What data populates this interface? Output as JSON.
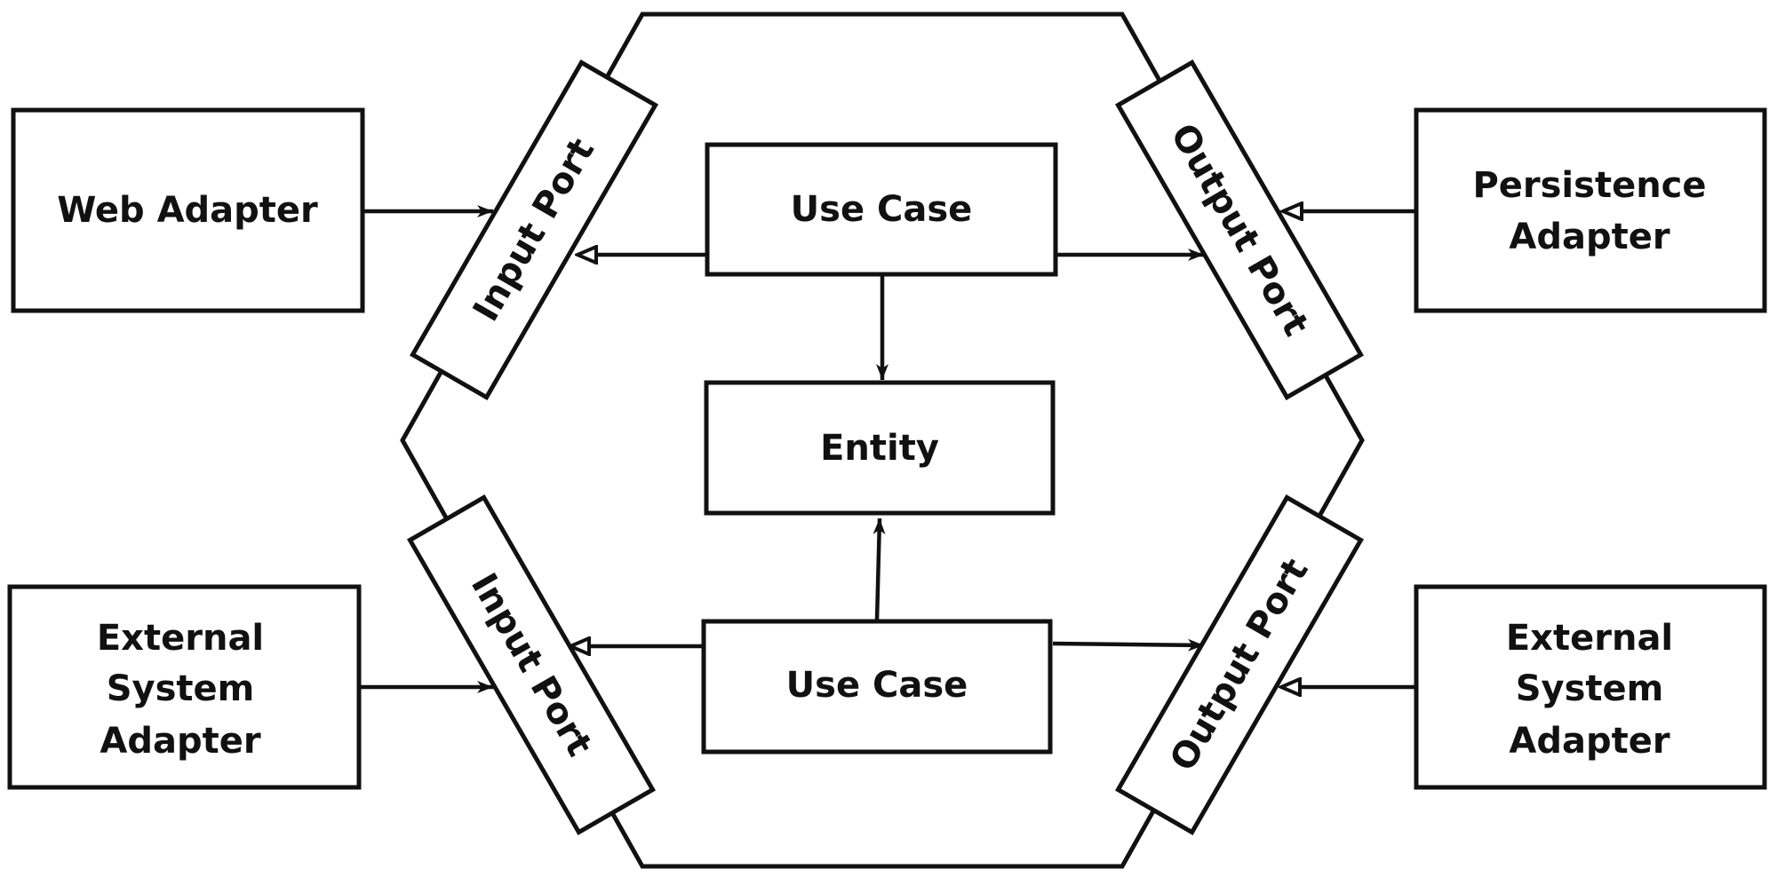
{
  "nodes": {
    "web_adapter": "Web Adapter",
    "persistence_adapter_line1": "Persistence",
    "persistence_adapter_line2": "Adapter",
    "external_left_line1": "External",
    "external_left_line2": "System",
    "external_left_line3": "Adapter",
    "external_right_line1": "External",
    "external_right_line2": "System",
    "external_right_line3": "Adapter",
    "use_case_top": "Use Case",
    "use_case_bottom": "Use Case",
    "entity": "Entity",
    "input_port_top": "Input Port",
    "input_port_bottom": "Input Port",
    "output_port_top": "Output Port",
    "output_port_bottom": "Output Port"
  },
  "edges": [
    {
      "from": "Web Adapter",
      "to": "Input Port",
      "arrow": "filled"
    },
    {
      "from": "Use Case",
      "to": "Input Port",
      "arrow": "hollow"
    },
    {
      "from": "Use Case",
      "to": "Output Port",
      "arrow": "filled"
    },
    {
      "from": "Persistence Adapter",
      "to": "Output Port",
      "arrow": "hollow"
    },
    {
      "from": "Use Case",
      "to": "Entity",
      "arrow": "filled"
    },
    {
      "from": "Use Case",
      "to": "Entity",
      "arrow": "filled"
    },
    {
      "from": "External System Adapter",
      "to": "Input Port",
      "arrow": "filled"
    },
    {
      "from": "External System Adapter",
      "to": "Output Port",
      "arrow": "hollow"
    }
  ]
}
